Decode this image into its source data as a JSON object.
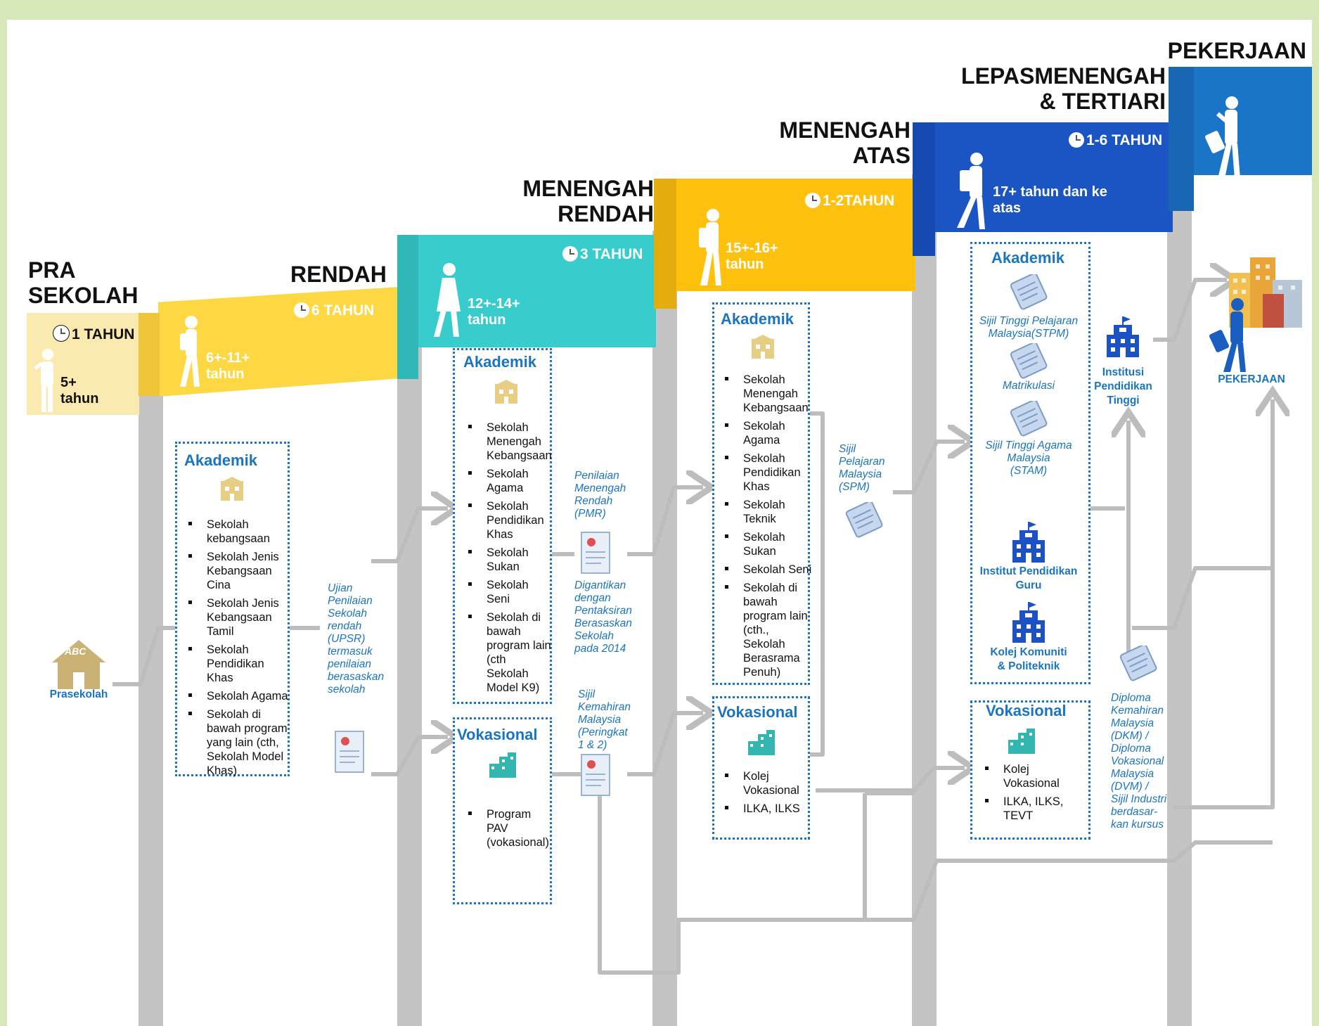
{
  "stages": {
    "pra": {
      "title": "PRA\nSEKOLAH",
      "duration": "1 TAHUN",
      "age": "5+\ntahun"
    },
    "rendah": {
      "title": "RENDAH",
      "duration": "6 TAHUN",
      "age": "6+-11+\ntahun"
    },
    "menengah_rendah": {
      "title": "MENENGAH\nRENDAH",
      "duration": "3 TAHUN",
      "age": "12+-14+\ntahun"
    },
    "menengah_atas": {
      "title": "MENENGAH\nATAS",
      "duration": "1-2TAHUN",
      "age": "15+-16+\ntahun"
    },
    "lepasmenengah": {
      "title": "LEPASMENENGAH\n& TERTIARI",
      "duration": "1-6 TAHUN",
      "age": "17+ tahun dan ke\natas"
    },
    "pekerjaan": {
      "title": "PEKERJAAN"
    }
  },
  "prasekolah": {
    "icon_text": "ABC",
    "label": "Prasekolah"
  },
  "rendah_akademik": {
    "title": "Akademik",
    "items": [
      "Sekolah\nkebangsaan",
      "Sekolah Jenis\nKebangsaan\nCina",
      "Sekolah Jenis\nKebangsaan\nTamil",
      "Sekolah\nPendidikan\nKhas",
      "Sekolah Agama",
      "Sekolah di\nbawah program\nyang lain (cth,\nSekolah Model\nKhas)"
    ]
  },
  "upsr_note": "Ujian\nPenilaian\nSekolah\nrendah\n(UPSR)\ntermasuk\npenilaian\nberasaskan\nsekolah",
  "mr_akademik": {
    "title": "Akademik",
    "items": [
      "Sekolah\nMenengah\nKebangsaan",
      "Sekolah\nAgama",
      "Sekolah\nPendidikan\nKhas",
      "Sekolah\nSukan",
      "Sekolah\nSeni",
      "Sekolah di\nbawah\nprogram lain\n(cth\nSekolah\nModel K9)"
    ]
  },
  "mr_vokasional": {
    "title": "Vokasional",
    "items": [
      "Program\nPAV\n(vokasional)"
    ]
  },
  "pmr_note": "Penilaian\nMenengah\nRendah\n(PMR)",
  "pmr_replaced_note": "Digantikan\ndengan\nPentaksiran\nBerasaskan\nSekolah\npada 2014",
  "skm_note": "Sijil\nKemahiran\nMalaysia\n(Peringkat\n1 & 2)",
  "ma_akademik": {
    "title": "Akademik",
    "items": [
      "Sekolah\nMenengah\nKebangsaan",
      "Sekolah\nAgama",
      "Sekolah\nPendidikan\nKhas",
      "Sekolah\nTeknik",
      "Sekolah\nSukan",
      "Sekolah Seni",
      "Sekolah di\nbawah\nprogram lain\n(cth.,\nSekolah\nBerasrama\nPenuh)"
    ]
  },
  "ma_vokasional": {
    "title": "Vokasional",
    "items": [
      "Kolej\nVokasional",
      "ILKA, ILKS"
    ]
  },
  "spm_note": "Sijil\nPelajaran\nMalaysia\n(SPM)",
  "lm_akademik": {
    "title": "Akademik",
    "stpm": "Sijil Tinggi Pelajaran\nMalaysia(STPM)",
    "matrikulasi": "Matrikulasi",
    "stam": "Sijil Tinggi Agama\nMalaysia\n(STAM)",
    "ipg": "Institut Pendidikan\nGuru",
    "kolej": "Kolej Komuniti\n& Politeknik"
  },
  "lm_vokasional": {
    "title": "Vokasional",
    "items": [
      "Kolej\nVokasional",
      "ILKA, ILKS,\nTEVT"
    ]
  },
  "ipt_label": "Institusi\nPendidikan\nTinggi",
  "dkm_note": "Diploma\nKemahiran\nMalaysia\n(DKM)  /\nDiploma\nVokasional\nMalaysia\n(DVM) /\nSijil Industri\nberdasar-\nkan kursus",
  "pekerjaan_label": "PEKERJAAN",
  "colors": {
    "pra": "#fbeab0",
    "rendah": "#fdd843",
    "menengah_rendah": "#38cccc",
    "menengah_atas": "#fec20e",
    "lepasmenengah": "#1b55c4",
    "pekerjaan": "#1a74c8",
    "box_border": "#1a74c0",
    "connector": "#bdbdbd",
    "page_border": "#d6e8b9"
  }
}
